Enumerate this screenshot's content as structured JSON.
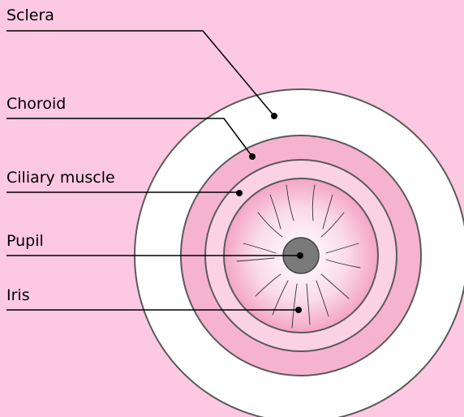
{
  "colors": {
    "background": "#fcc8e2",
    "sclera": "#ffffff",
    "choroid": "#f6b3cf",
    "ciliary_muscle": "#fbd2e4",
    "iris_center": "#ffffff",
    "iris_edge": "#f3a4c4",
    "pupil": "#7a7a7a",
    "outline": "#5a5a5a"
  },
  "labels": {
    "sclera": "Sclera",
    "choroid": "Choroid",
    "ciliary_muscle": "Ciliary muscle",
    "pupil": "Pupil",
    "iris": "Iris"
  }
}
